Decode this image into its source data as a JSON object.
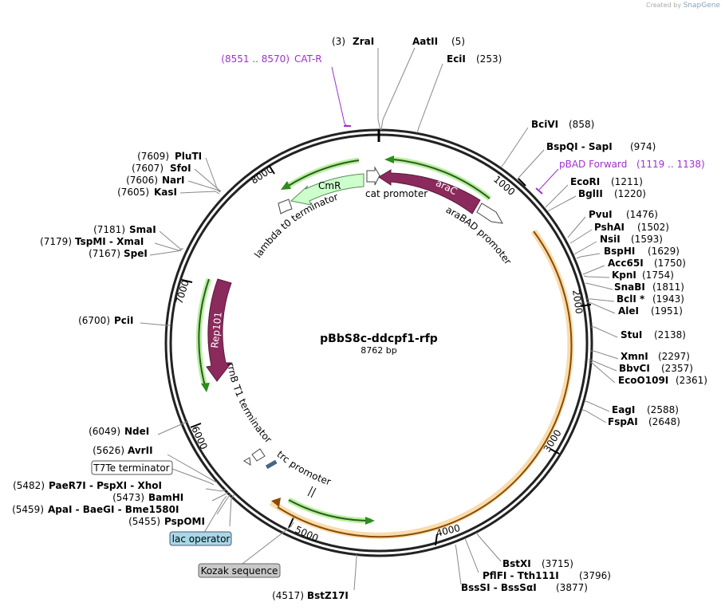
{
  "watermark": {
    "prefix": "Created by",
    "brand": "SnapGene"
  },
  "plasmid": {
    "name": "pBbS8c-ddcpf1-rfp",
    "length_label": "8762 bp",
    "length": 8762
  },
  "ticks": [
    "1000",
    "2000",
    "3000",
    "4000",
    "5000",
    "6000",
    "7000",
    "8000"
  ],
  "features": {
    "araC": "araC",
    "CmR": "CmR",
    "Rep101": "Rep101",
    "cat_promoter": "cat promoter",
    "araBAD_promoter": "araBAD promoter",
    "lambda_t0": "lambda t0 terminator",
    "rrnB_T1": "rrnB T1 terminator",
    "trc_promoter": "trc promoter",
    "T7Te": "T7Te terminator",
    "lac_operator": "lac operator",
    "kozak": "Kozak sequence"
  },
  "primers": {
    "cat_r": {
      "pos": "(8551 .. 8570)",
      "name": "CAT-R"
    },
    "pbad_fwd": {
      "name": "pBAD Forward",
      "pos": "(1119 .. 1138)"
    }
  },
  "sites": {
    "zrai": {
      "pos": "(3)",
      "name": "ZraI"
    },
    "aatii": {
      "name": "AatII",
      "pos": "(5)"
    },
    "ecii": {
      "name": "EciI",
      "pos": "(253)"
    },
    "bcivi": {
      "name": "BciVI",
      "pos": "(858)"
    },
    "bspqi": {
      "name": "BspQI - SapI",
      "pos": "(974)"
    },
    "ecori": {
      "name": "EcoRI",
      "pos": "(1211)"
    },
    "bglii": {
      "name": "BglII",
      "pos": "(1220)"
    },
    "pvui": {
      "name": "PvuI",
      "pos": "(1476)"
    },
    "psha": {
      "name": "PshAI",
      "pos": "(1502)"
    },
    "nsii": {
      "name": "NsiI",
      "pos": "(1593)"
    },
    "bsphi": {
      "name": "BspHI",
      "pos": "(1629)"
    },
    "acc65i": {
      "name": "Acc65I",
      "pos": "(1750)"
    },
    "kpni": {
      "name": "KpnI",
      "pos": "(1754)"
    },
    "snabi": {
      "name": "SnaBI",
      "pos": "(1811)"
    },
    "bcli": {
      "name": "BclI *",
      "pos": "(1943)"
    },
    "alei": {
      "name": "AleI",
      "pos": "(1951)"
    },
    "stui": {
      "name": "StuI",
      "pos": "(2138)"
    },
    "xmni": {
      "name": "XmnI",
      "pos": "(2297)"
    },
    "bbvci": {
      "name": "BbvCI",
      "pos": "(2357)"
    },
    "eco0109i": {
      "name": "EcoO109I",
      "pos": "(2361)"
    },
    "eagi": {
      "name": "EagI",
      "pos": "(2588)"
    },
    "fspai": {
      "name": "FspAI",
      "pos": "(2648)"
    },
    "bstxi": {
      "name": "BstXI",
      "pos": "(3715)"
    },
    "pflfi": {
      "name": "PflFI - Tth111I",
      "pos": "(3796)"
    },
    "bsssi": {
      "name": "BssSI - BssSαI",
      "pos": "(3877)"
    },
    "bstz17i": {
      "pos": "(4517)",
      "name": "BstZ17I"
    },
    "psppomi": {
      "pos": "(5455)",
      "name": "PspOMI"
    },
    "apai": {
      "pos": "(5459)",
      "name": "ApaI - BaeGI - Bme1580I"
    },
    "bamhi": {
      "pos": "(5473)",
      "name": "BamHI"
    },
    "paer7i": {
      "pos": "(5482)",
      "name": "PaeR7I - PspXI - XhoI"
    },
    "avrii": {
      "pos": "(5626)",
      "name": "AvrII"
    },
    "ndei": {
      "pos": "(6049)",
      "name": "NdeI"
    },
    "pcii": {
      "pos": "(6700)",
      "name": "PciI"
    },
    "spei": {
      "pos": "(7167)",
      "name": "SpeI"
    },
    "tspmi": {
      "pos": "(7179)",
      "name": "TspMI - XmaI"
    },
    "smai": {
      "pos": "(7181)",
      "name": "SmaI"
    },
    "kasi": {
      "pos": "(7605)",
      "name": "KasI"
    },
    "nari": {
      "pos": "(7606)",
      "name": "NarI"
    },
    "sfoi": {
      "pos": "(7607)",
      "name": "SfoI"
    },
    "pluti": {
      "pos": "(7609)",
      "name": "PluTI"
    }
  },
  "colors": {
    "backbone": "#222222",
    "araC_fill": "#8b2a5c",
    "CmR_fill": "#ccffcc",
    "ori_fill": "#f5f0e0",
    "ori_stroke": "#f2b24a",
    "green_arrow": "#2e8b1e",
    "primer": "#a02fd0",
    "lac_box": "#a8d8e8",
    "kozak_box": "#c8c8c8"
  }
}
